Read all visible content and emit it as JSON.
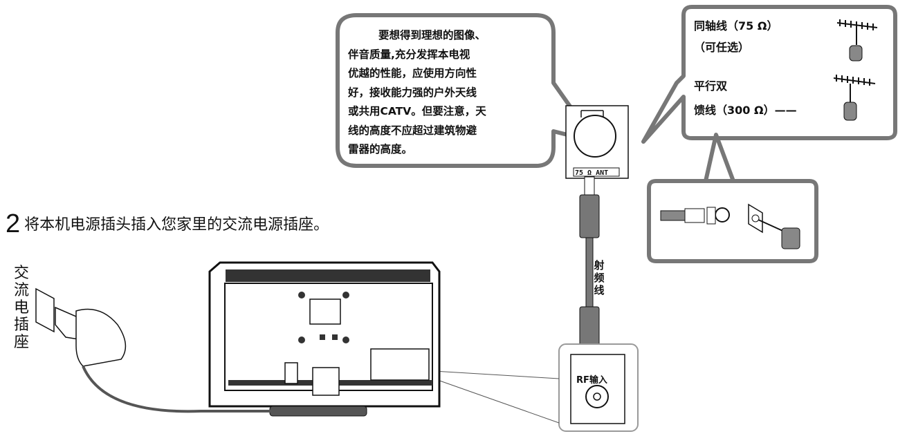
{
  "colors": {
    "bubble_stroke": "#777777",
    "line": "#111111",
    "cable_gray": "#555555"
  },
  "antenna_bubble": {
    "lines": [
      "要想得到理想的图像、",
      "伴音质量,充分发挥本电视",
      "优越的性能，应使用方向性",
      "好，接收能力强的户外天线",
      "或共用CATV。但要注意，天",
      "线的高度不应超过建筑物避",
      "雷器的高度。"
    ]
  },
  "cable_box": {
    "coax_title": "同轴线（75 Ω）",
    "coax_optional": "（可任选）",
    "parallel_line1": "平行双",
    "parallel_line2": "馈线（300 Ω）——"
  },
  "ant_port_label": "75 Ω ANT",
  "rf_cable_label": "射频线",
  "rf_input_label": "RF输入",
  "step": {
    "number": "2",
    "text": "将本机电源插头插入您家里的交流电源插座。"
  },
  "outlet_label": "交流电插座",
  "icons": [
    "tv-rear-icon",
    "wall-outlet-icon",
    "hand-plug-icon",
    "antenna-icon",
    "coax-connector-icon",
    "rf-input-socket-icon",
    "balun-icon",
    "adapter-icon"
  ]
}
